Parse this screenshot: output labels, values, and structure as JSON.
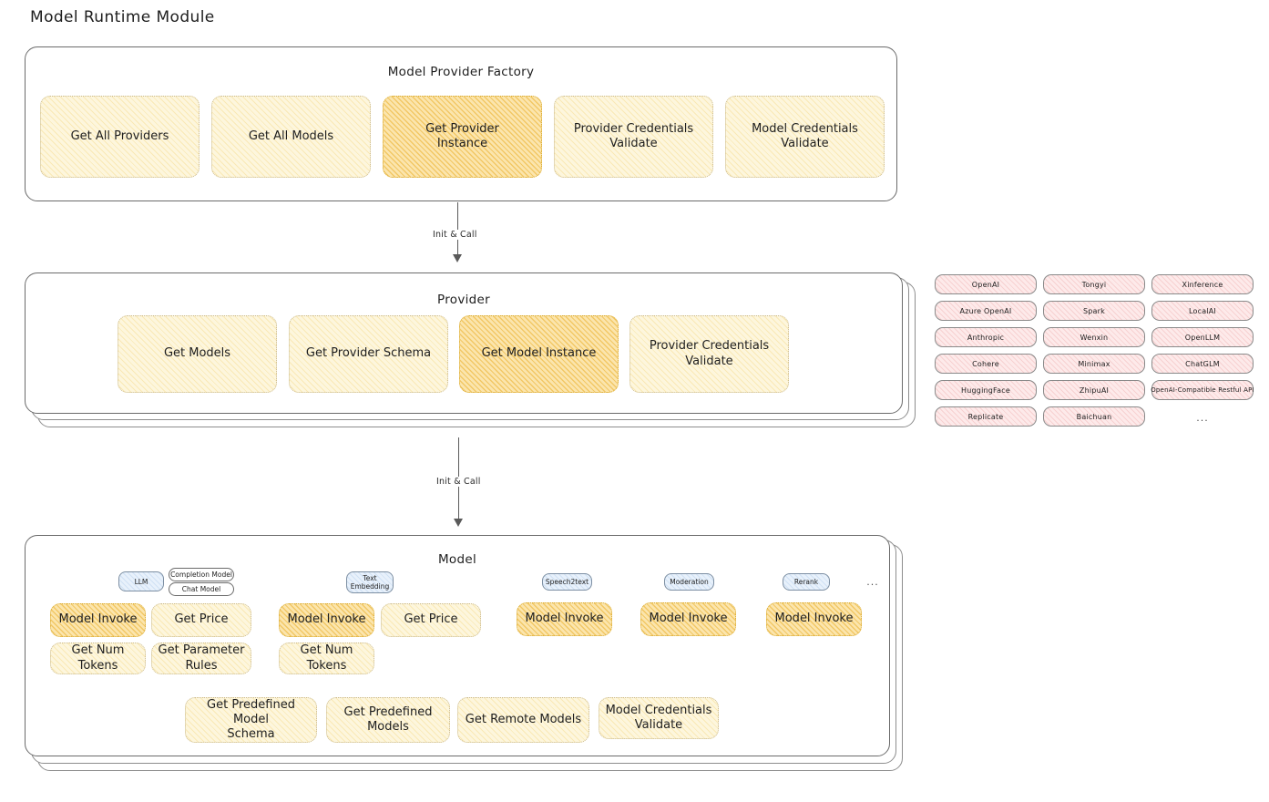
{
  "page": {
    "title": "Model Runtime Module"
  },
  "factory": {
    "title": "Model Provider Factory",
    "methods": [
      {
        "label": "Get All Providers",
        "highlight": false
      },
      {
        "label": "Get All Models",
        "highlight": false
      },
      {
        "label": "Get Provider\nInstance",
        "highlight": true
      },
      {
        "label": "Provider Credentials\nValidate",
        "highlight": false
      },
      {
        "label": "Model Credentials\nValidate",
        "highlight": false
      }
    ]
  },
  "arrows": [
    {
      "label": "Init & Call"
    },
    {
      "label": "Init & Call"
    }
  ],
  "provider": {
    "title": "Provider",
    "methods": [
      {
        "label": "Get Models",
        "highlight": false
      },
      {
        "label": "Get Provider Schema",
        "highlight": false
      },
      {
        "label": "Get Model Instance",
        "highlight": true
      },
      {
        "label": "Provider Credentials\nValidate",
        "highlight": false
      }
    ]
  },
  "provider_list": {
    "columns": [
      [
        "OpenAI",
        "Azure OpenAI",
        "Anthropic",
        "Cohere",
        "HuggingFace",
        "Replicate"
      ],
      [
        "Tongyi",
        "Spark",
        "Wenxin",
        "Minimax",
        "ZhipuAI",
        "Baichuan"
      ],
      [
        "Xinference",
        "LocalAI",
        "OpenLLM",
        "ChatGLM",
        "OpenAI-Compatible Restful API"
      ]
    ],
    "more": "..."
  },
  "model": {
    "title": "Model",
    "more": "...",
    "types": [
      {
        "tag": "LLM",
        "subtags": [
          "Completion Model",
          "Chat Model"
        ],
        "methods": [
          {
            "label": "Model Invoke",
            "highlight": true
          },
          {
            "label": "Get Price",
            "highlight": false
          },
          {
            "label": "Get Num Tokens",
            "highlight": false
          },
          {
            "label": "Get Parameter\nRules",
            "highlight": false
          }
        ]
      },
      {
        "tag": "Text\nEmbedding",
        "subtags": [],
        "methods": [
          {
            "label": "Model Invoke",
            "highlight": true
          },
          {
            "label": "Get Price",
            "highlight": false
          },
          {
            "label": "Get Num Tokens",
            "highlight": false
          }
        ]
      },
      {
        "tag": "Speech2text",
        "subtags": [],
        "methods": [
          {
            "label": "Model Invoke",
            "highlight": true
          }
        ]
      },
      {
        "tag": "Moderation",
        "subtags": [],
        "methods": [
          {
            "label": "Model Invoke",
            "highlight": true
          }
        ]
      },
      {
        "tag": "Rerank",
        "subtags": [],
        "methods": [
          {
            "label": "Model Invoke",
            "highlight": true
          }
        ]
      }
    ],
    "common_methods": [
      "Get Predefined Model\nSchema",
      "Get Predefined\nModels",
      "Get Remote Models",
      "Model Credentials\nValidate"
    ]
  },
  "colors": {
    "method_fill": "#fdf6dd",
    "method_highlight_fill": "#fbe5ad",
    "provider_pill_fill": "#fdeaea",
    "tag_fill": "#e8f1fb",
    "stroke": "#6b6b6b",
    "text": "#1e1e1e"
  }
}
